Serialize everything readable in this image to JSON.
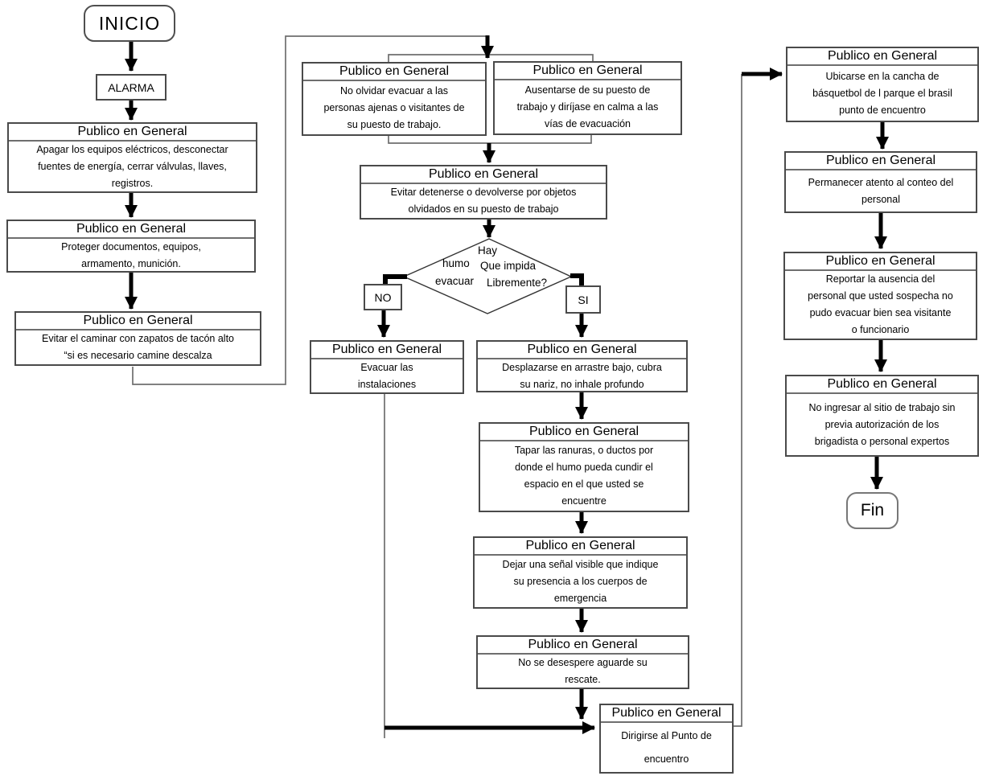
{
  "diagram": {
    "start_label": "INICIO",
    "end_label": "Fin",
    "alarm_label": "ALARMA",
    "decision": {
      "word_hay": "Hay",
      "word_humo": "humo",
      "word_que_impida": "Que impida",
      "word_evacuar": "evacuar",
      "word_libremente": "Libremente?",
      "no_label": "NO",
      "si_label": "SI"
    },
    "nodes": {
      "apagar": {
        "header": "Publico en General",
        "body": "Apagar los equipos eléctricos, desconectar\nfuentes de energía, cerrar válvulas, llaves,\nregistros."
      },
      "proteger": {
        "header": "Publico en General",
        "body": "Proteger documentos, equipos,\narmamento, munición."
      },
      "evitar_tacon": {
        "header": "Publico en General",
        "body": "Evitar el  caminar con zapatos de tacón alto\n“si es necesario camine descalza"
      },
      "no_olvidar": {
        "header": "Publico en General",
        "body": "No olvidar evacuar a las\npersonas ajenas o visitantes de\nsu puesto de trabajo."
      },
      "ausentarse": {
        "header": "Publico en General",
        "body": "Ausentarse de su puesto de\ntrabajo y diríjase en calma a las\nvías de evacuación"
      },
      "evitar_detenerse": {
        "header": "Publico en General",
        "body": "Evitar detenerse o devolverse por objetos\nolvidados en su puesto de trabajo"
      },
      "evacuar": {
        "header": "Publico en General",
        "body": "Evacuar las\ninstalaciones"
      },
      "desplazarse": {
        "header": "Publico en General",
        "body": "Desplazarse en arrastre bajo, cubra\nsu nariz, no inhale profundo"
      },
      "tapar": {
        "header": "Publico en General",
        "body": "Tapar las ranuras, o ductos por\ndonde el humo pueda cundir el\nespacio en el que usted se\nencuentre"
      },
      "dejar": {
        "header": "Publico en General",
        "body": "Dejar una señal visible que indique\nsu presencia a los cuerpos de\nemergencia"
      },
      "no_desespere": {
        "header": "Publico en General",
        "body": "No se desespere aguarde su\nrescate."
      },
      "dirigirse": {
        "header": "Publico en General",
        "body": "Dirigirse al Punto de\nencuentro"
      },
      "ubicarse": {
        "header": "Publico en General",
        "body": "Ubicarse en la cancha de\nbásquetbol de l parque el brasil\npunto de encuentro"
      },
      "permanecer": {
        "header": "Publico en General",
        "body": "Permanecer atento al conteo del\npersonal"
      },
      "reportar": {
        "header": "Publico en General",
        "body": "Reportar la ausencia del\npersonal que usted sospecha no\npudo evacuar bien sea visitante\no funcionario"
      },
      "no_ingresar": {
        "header": "Publico en General",
        "body": "No ingresar al sitio de trabajo sin\nprevia autorización de los\nbrigadista o personal expertos"
      }
    },
    "colors": {
      "box_border": "#4a4a4a",
      "connector": "#6e6e6e",
      "arrow": "#000000",
      "background": "#ffffff"
    }
  }
}
